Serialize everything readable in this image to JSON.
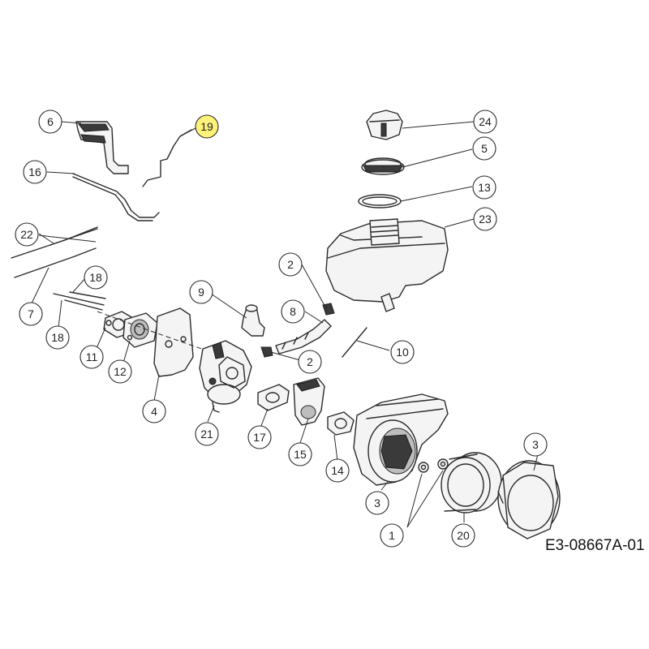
{
  "diagram": {
    "reference_code": "E3-08667A-01",
    "callouts": {
      "c6": "6",
      "c19": "19",
      "c16": "16",
      "c22": "22",
      "c7": "7",
      "c18a": "18",
      "c18b": "18",
      "c9": "9",
      "c11": "11",
      "c12": "12",
      "c4": "4",
      "c21": "21",
      "c17": "17",
      "c15": "15",
      "c14": "14",
      "c2a": "2",
      "c8": "8",
      "c2b": "2",
      "c10": "10",
      "c24": "24",
      "c5": "5",
      "c13": "13",
      "c23": "23",
      "c3a": "3",
      "c3b": "3",
      "c1": "1",
      "c20": "20"
    },
    "highlight_color": "#fff27a"
  }
}
